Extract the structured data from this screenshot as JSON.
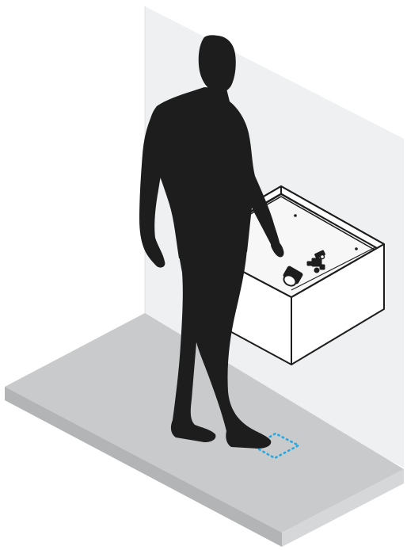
{
  "colors": {
    "background": "#ffffff",
    "wall": "#eef0f1",
    "wall_edge": "#dfe2e4",
    "floor_top": "#c9cacb",
    "floor_side_front": "#b3b4b5",
    "floor_side_right": "#d6d7d8",
    "silhouette": "#1d1d1d",
    "cabinet_fill": "#ffffff",
    "cabinet_stroke": "#1d1d1d",
    "sensor_zone": "#2aa6dd"
  },
  "icons": {
    "person": "walking-man-silhouette",
    "cabinet": "wall-mounted-drawer-cabinet",
    "sensor": "cylindrical-sensor-icon",
    "valve": "water-valve-icon",
    "zone": "dotted-detection-zone"
  }
}
